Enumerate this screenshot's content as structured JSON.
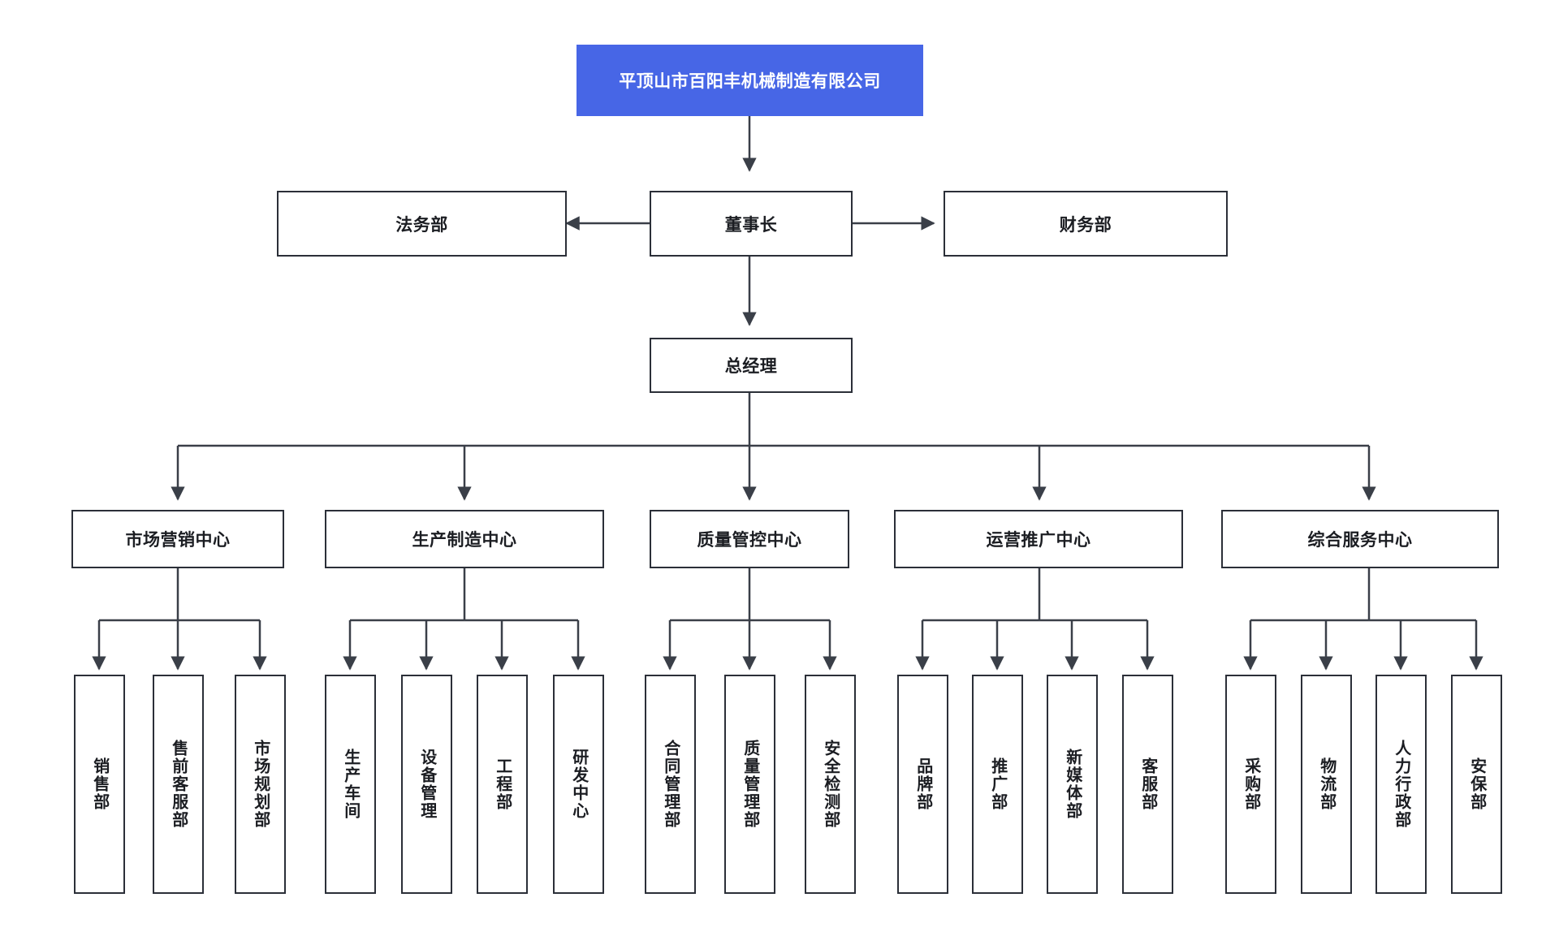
{
  "chart_data": {
    "type": "diagram",
    "title": "平顶山市百阳丰机械制造有限公司",
    "subtype": "organization-chart",
    "orientation": "top-down"
  },
  "colors": {
    "root_fill": "#4766e6",
    "root_text": "#ffffff",
    "box_border": "#2b2f38",
    "box_fill": "#ffffff",
    "line": "#3a3f48",
    "text": "#1b1d22"
  },
  "root": {
    "label": "平顶山市百阳丰机械制造有限公司"
  },
  "level2": {
    "left": {
      "label": "法务部"
    },
    "center": {
      "label": "董事长"
    },
    "right": {
      "label": "财务部"
    }
  },
  "level3": {
    "general_manager": {
      "label": "总经理"
    }
  },
  "centers": [
    {
      "label": "市场营销中心",
      "departments": [
        {
          "label": "销售部"
        },
        {
          "label": "售前客服部"
        },
        {
          "label": "市场规划部"
        }
      ]
    },
    {
      "label": "生产制造中心",
      "departments": [
        {
          "label": "生产车间"
        },
        {
          "label": "设备管理"
        },
        {
          "label": "工程部"
        },
        {
          "label": "研发中心"
        }
      ]
    },
    {
      "label": "质量管控中心",
      "departments": [
        {
          "label": "合同管理部"
        },
        {
          "label": "质量管理部"
        },
        {
          "label": "安全检测部"
        }
      ]
    },
    {
      "label": "运营推广中心",
      "departments": [
        {
          "label": "品牌部"
        },
        {
          "label": "推广部"
        },
        {
          "label": "新媒体部"
        },
        {
          "label": "客服部"
        }
      ]
    },
    {
      "label": "综合服务中心",
      "departments": [
        {
          "label": "采购部"
        },
        {
          "label": "物流部"
        },
        {
          "label": "人力行政部"
        },
        {
          "label": "安保部"
        }
      ]
    }
  ]
}
